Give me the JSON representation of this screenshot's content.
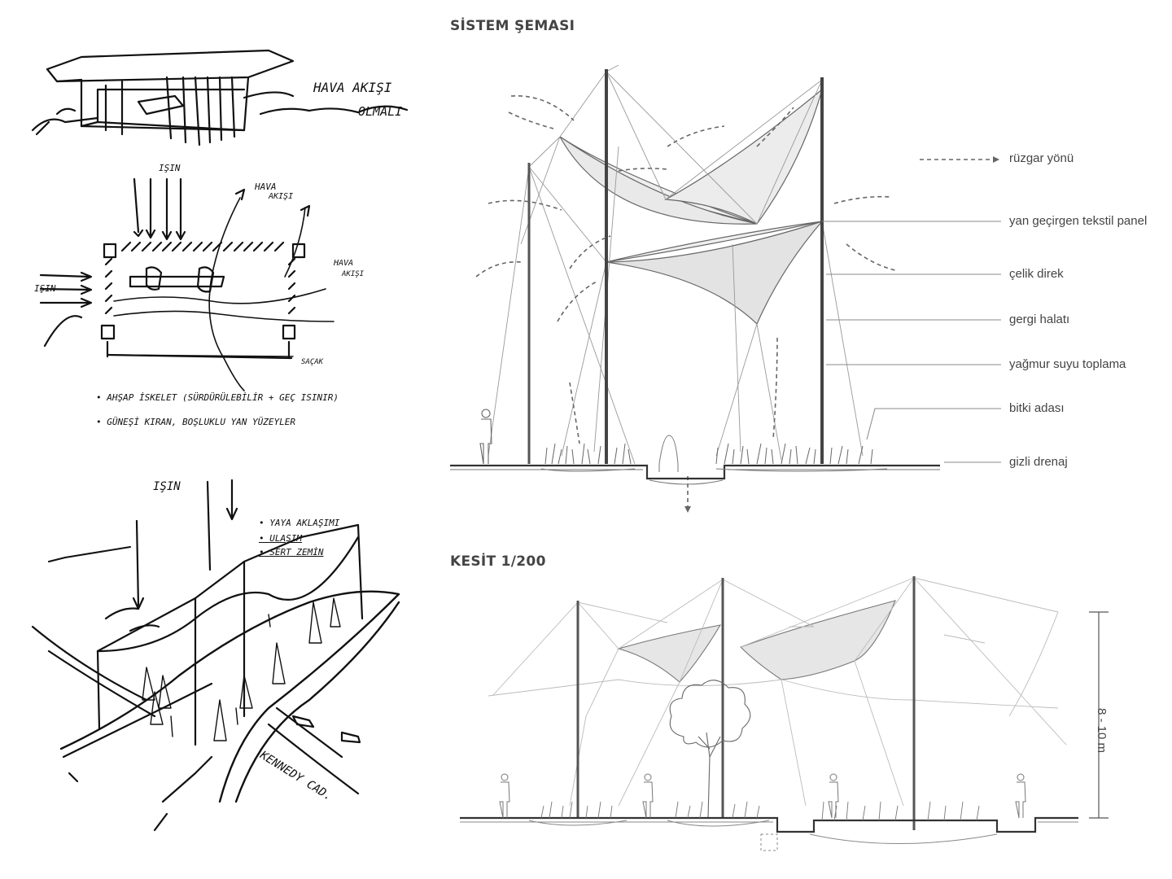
{
  "sketches": {
    "top_note_line1": "HAVA AKIŞI",
    "top_note_line2": "OLMALI",
    "plan": {
      "label_isin_top": "IŞIN",
      "label_hava_top_1": "HAVA",
      "label_hava_top_2": "AKIŞI",
      "label_hava_right_1": "HAVA",
      "label_hava_right_2": "AKIŞI",
      "label_isin_left": "IŞIN",
      "label_bottom_right": "SAÇAK",
      "note_1": "• AHŞAP İSKELET (SÜRDÜRÜLEBİLİR + GEÇ ISINIR)",
      "note_2": "• GÜNEŞİ KIRAN, BOŞLUKLU YAN YÜZEYLER"
    },
    "perspective": {
      "label_isin": "IŞIN",
      "note_1": "• YAYA AKLAŞIMI",
      "note_2": "• ULAŞIM",
      "note_3": "• SERT ZEMİN",
      "street": "KENNEDY CAD."
    }
  },
  "system": {
    "title": "SİSTEM ŞEMASI",
    "legend": [
      "rüzgar yönü",
      "yan geçirgen tekstil panel",
      "çelik direk",
      "gergi halatı",
      "yağmur suyu toplama",
      "bitki adası",
      "gizli drenaj"
    ]
  },
  "section": {
    "title": "KESİT 1/200",
    "height_label": "8 - 10 m"
  },
  "colors": {
    "ink": "#111111",
    "drawing": "#555555",
    "label": "#444444",
    "membrane": "#e4e4e4"
  }
}
